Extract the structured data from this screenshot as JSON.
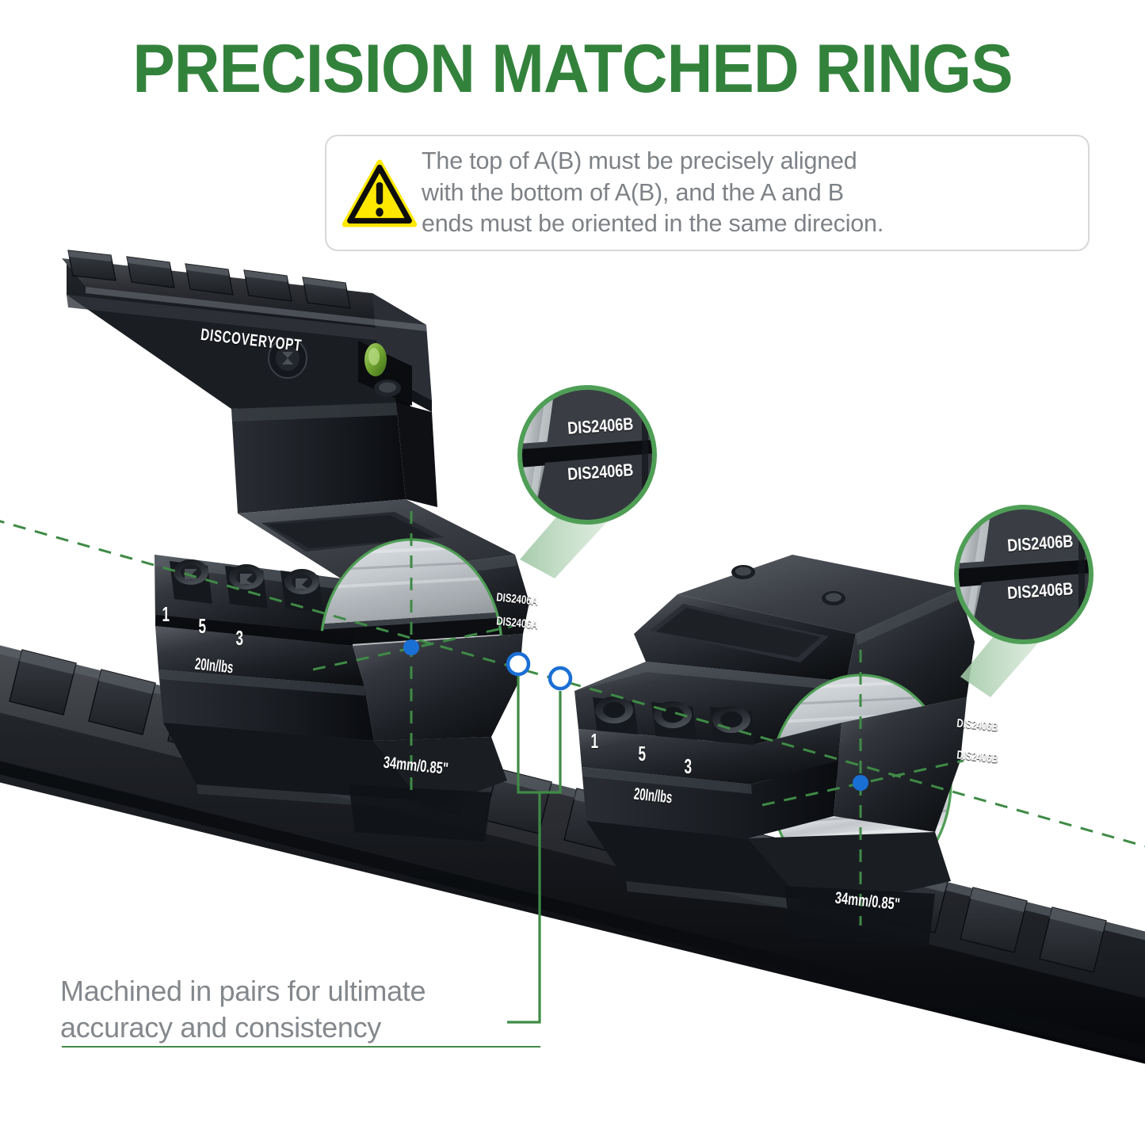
{
  "header": {
    "title": "PRECISION MATCHED RINGS",
    "title_color": "#33823c"
  },
  "warning": {
    "icon": "warning-triangle-icon",
    "icon_fill": "#ffe800",
    "text": "The top of A(B) must be precisely aligned\nwith the bottom of A(B), and the A and B\nends must be oriented in the same direcion.",
    "text_color": "#7e8286"
  },
  "product": {
    "brand": "DISCOVERYOPT",
    "accent_green": "#3f8a46",
    "marker_blue": "#1a6fd4",
    "ring_left": {
      "name": "ring-a",
      "part_code": "DIS2406A",
      "part_code_top": "DIS2406A",
      "part_code_bottom": "DIS2406A",
      "screw_marks": [
        "1",
        "5",
        "3"
      ],
      "torque": "20In/lbs",
      "diameter": "34mm/0.85\"",
      "has_top_rail": true,
      "has_bubble_level": true,
      "bubble_color": "#7bb03a"
    },
    "ring_right": {
      "name": "ring-b",
      "part_code": "DIS2406B",
      "part_code_top": "DIS2406B",
      "part_code_bottom": "DIS2406B",
      "screw_marks": [
        "1",
        "5",
        "3"
      ],
      "torque": "20In/lbs",
      "diameter": "34mm/0.85\"",
      "has_top_rail": false,
      "has_bubble_level": false
    }
  },
  "callouts": [
    {
      "name": "callout-left",
      "code_top": "DIS2406B",
      "code_bottom": "DIS2406B",
      "border_color": "#4f9e56"
    },
    {
      "name": "callout-right",
      "code_top": "DIS2406B",
      "code_bottom": "DIS2406B",
      "border_color": "#4f9e56"
    }
  ],
  "footer": {
    "caption": "Machined in pairs for ultimate\naccuracy and consistency",
    "caption_color": "#84888c",
    "rule_color": "#3f8a46"
  }
}
